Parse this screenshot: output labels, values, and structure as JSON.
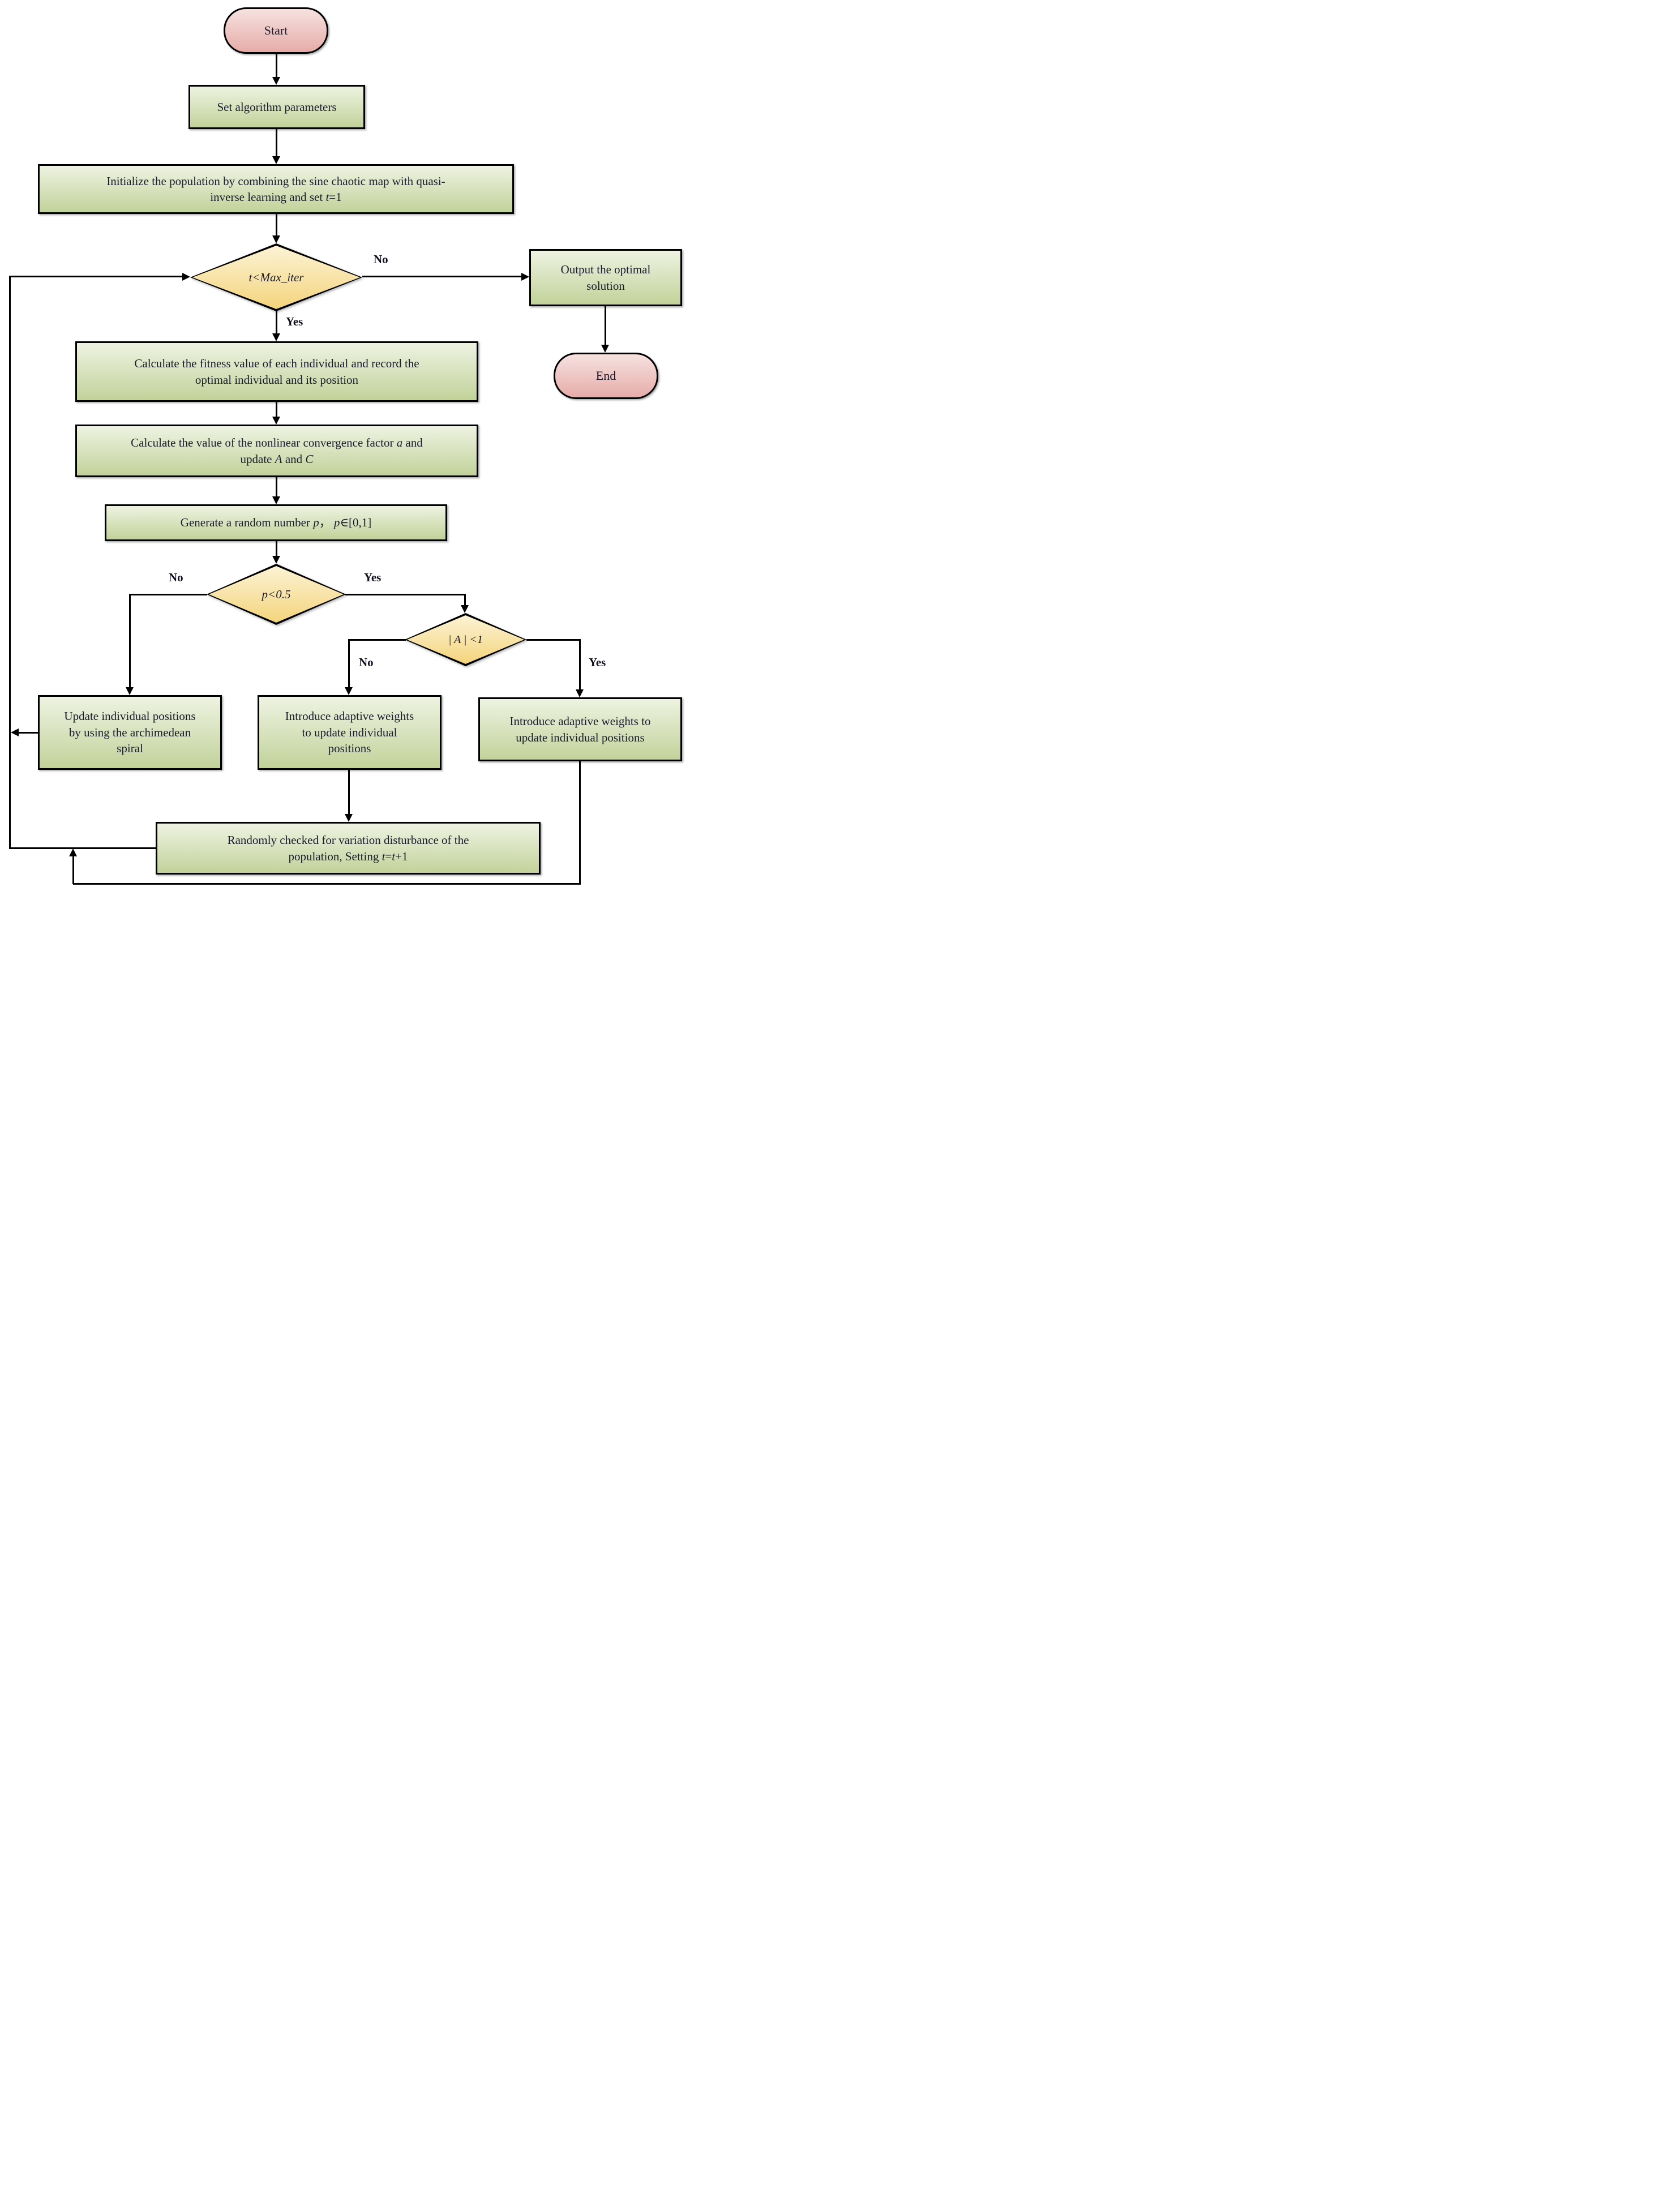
{
  "nodes": {
    "start": {
      "label": "Start"
    },
    "set_params": {
      "label": "Set algorithm parameters"
    },
    "initialize": {
      "line1": "Initialize the population by combining the sine chaotic map with quasi-",
      "line2_pre": "inverse learning and set ",
      "line2_var": "t",
      "line2_post": "=1"
    },
    "cond_iter": {
      "label": "t<Max_iter"
    },
    "output": {
      "line1": "Output the optimal",
      "line2": "solution"
    },
    "end": {
      "label": "End"
    },
    "fitness": {
      "line1": "Calculate the fitness value of each individual and record the",
      "line2": "optimal individual and its position"
    },
    "factor": {
      "l1_pre": "Calculate the value of the nonlinear convergence factor ",
      "l1_var": "a",
      "l1_post": " and",
      "l2_pre": "update ",
      "l2_var1": "A",
      "l2_mid": " and ",
      "l2_var2": "C"
    },
    "random": {
      "pre": "Generate a random number ",
      "var1": "p",
      "mid": "， ",
      "var2": "p",
      "post": "∈[0,1]"
    },
    "cond_p": {
      "label": "p<0.5"
    },
    "cond_a": {
      "label": "| A | <1"
    },
    "spiral": {
      "line1": "Update individual positions",
      "line2": "by using the archimedean",
      "line3": "spiral"
    },
    "adaptive_mid": {
      "line1": "Introduce adaptive weights",
      "line2": "to update individual",
      "line3": "positions"
    },
    "adaptive_right": {
      "line1": "Introduce adaptive weights to",
      "line2": "update individual positions"
    },
    "mutation": {
      "l1": "Randomly checked for variation disturbance of the",
      "l2_pre": "population, Setting ",
      "l2_var1": "t",
      "l2_mid": "=",
      "l2_var2": "t",
      "l2_post": "+1"
    }
  },
  "edge_labels": {
    "iter_no": "No",
    "iter_yes": "Yes",
    "p_no": "No",
    "p_yes": "Yes",
    "a_no": "No",
    "a_yes": "Yes"
  },
  "colors": {
    "process_top": "#eef3e2",
    "process_bottom": "#c2d29a",
    "decision_top": "#fcf3d5",
    "decision_bottom": "#f4d47c",
    "terminal_top": "#f6e2e0",
    "terminal_bottom": "#e6aca9",
    "line_color": "#000000",
    "text_color": "#1b1b2f"
  }
}
